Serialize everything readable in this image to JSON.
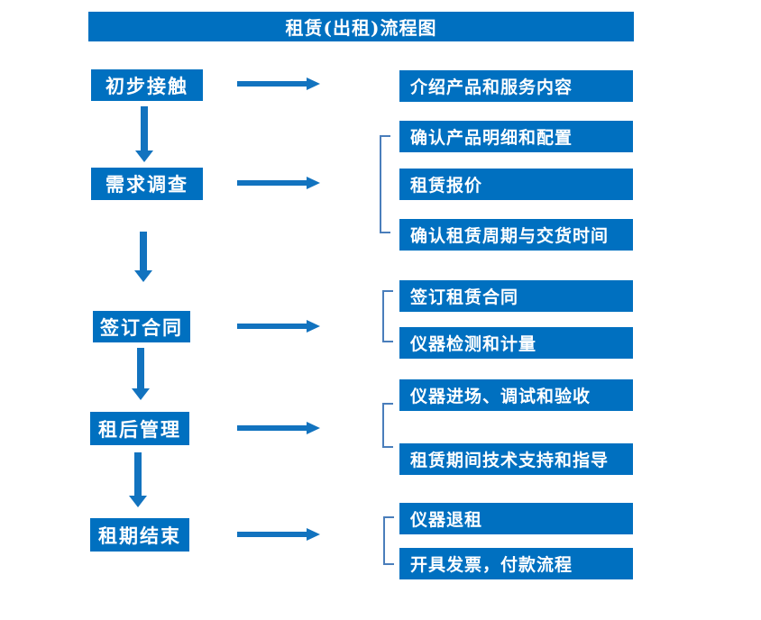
{
  "title": "租赁(出租)流程图",
  "colors": {
    "box_blue": "#0070C0",
    "arrow_blue": "#1273BF",
    "bracket_blue": "#4A7EBB",
    "text_white": "#FFFFFF"
  },
  "flow": {
    "steps": [
      {
        "label": "初步接触",
        "outputs": [
          "介绍产品和服务内容"
        ]
      },
      {
        "label": "需求调查",
        "outputs": [
          "确认产品明细和配置",
          "租赁报价",
          "确认租赁周期与交货时间"
        ]
      },
      {
        "label": "签订合同",
        "outputs": [
          "签订租赁合同",
          "仪器检测和计量"
        ]
      },
      {
        "label": "租后管理",
        "outputs": [
          "仪器进场、调试和验收",
          "租赁期间技术支持和指导"
        ]
      },
      {
        "label": "租期结束",
        "outputs": [
          "仪器退租",
          "开具发票，付款流程"
        ]
      }
    ]
  }
}
